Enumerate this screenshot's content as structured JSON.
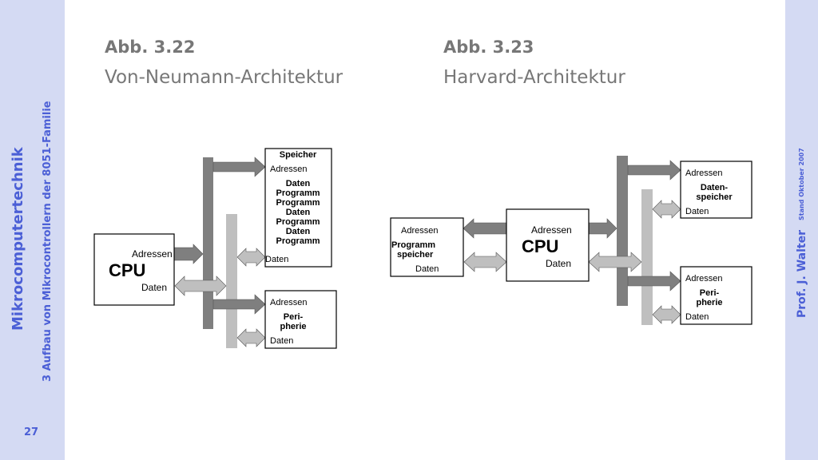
{
  "sidebar": {
    "course": "Mikrocomputertechnik",
    "chapter": "3 Aufbau von Mikrocontrollern der 8051-Familie",
    "page_number": "27"
  },
  "right_sidebar": {
    "author": "Prof. J. Walter",
    "date": "Stand Oktober 2007"
  },
  "figures": [
    {
      "number": "Abb. 3.22",
      "title": "Von-Neumann-Architektur"
    },
    {
      "number": "Abb. 3.23",
      "title": "Harvard-Architektur"
    }
  ],
  "von_neumann": {
    "cpu": {
      "title": "CPU",
      "addr": "Adressen",
      "data": "Daten"
    },
    "memory": {
      "title": "Speicher",
      "addr": "Adressen",
      "stack": [
        "Daten",
        "Programm",
        "Programm",
        "Daten",
        "Programm",
        "Daten",
        "Programm"
      ],
      "data": "Daten"
    },
    "peripherals": {
      "addr": "Adressen",
      "line1": "Peri-",
      "line2": "pherie",
      "data": "Daten"
    }
  },
  "harvard": {
    "program_memory": {
      "addr": "Adressen",
      "line1": "Programm",
      "line2": "speicher",
      "data": "Daten"
    },
    "cpu": {
      "title": "CPU",
      "addr": "Adressen",
      "data": "Daten"
    },
    "data_memory": {
      "addr": "Adressen",
      "line1": "Daten-",
      "line2": "speicher",
      "data": "Daten"
    },
    "peripherals": {
      "addr": "Adressen",
      "line1": "Peri-",
      "line2": "pherie",
      "data": "Daten"
    }
  },
  "colors": {
    "address_bus": "#7f7f7f",
    "data_bus": "#bfbfbf",
    "sidebar": "#d4daf3",
    "accent": "#4b5fd6"
  }
}
